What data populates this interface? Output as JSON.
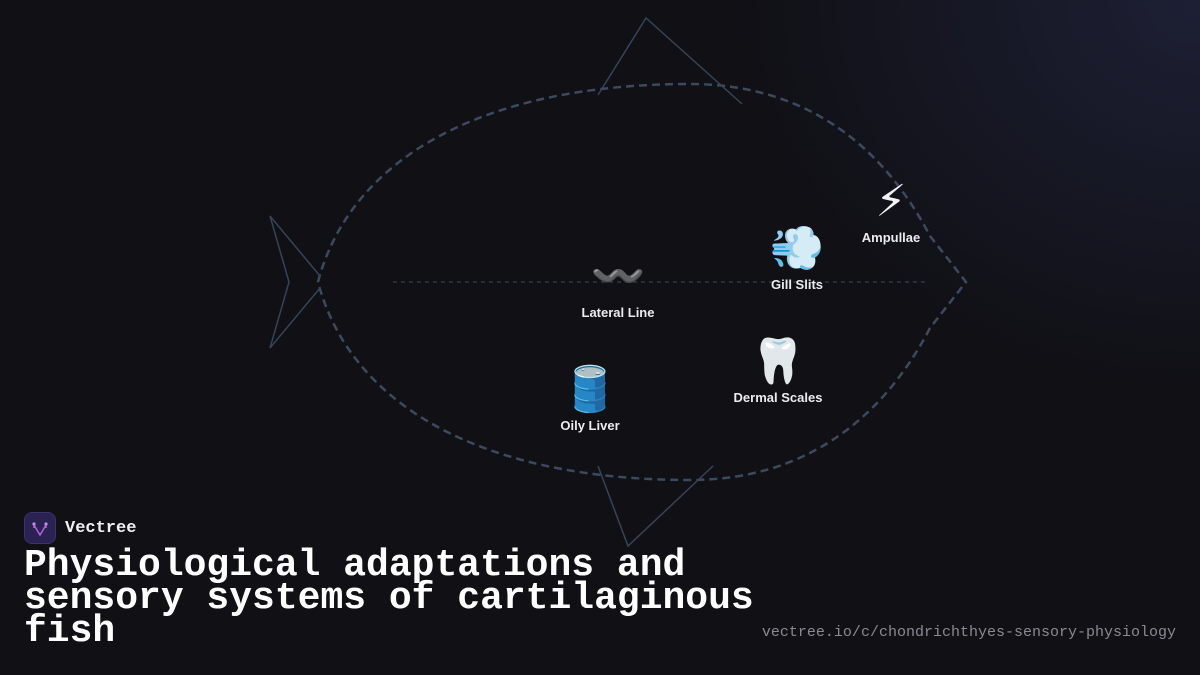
{
  "brand": {
    "name": "Vectree",
    "logo_icon": "vectree-logo-icon",
    "logo_color": "#2a2250",
    "logo_accent": "#b05fd8"
  },
  "title": "Physiological adaptations and sensory systems of cartilaginous fish",
  "url": "vectree.io/c/chondrichthyes-sensory-physiology",
  "organs": [
    {
      "id": "ampullae",
      "icon": "⚡",
      "icon_name": "lightning-icon",
      "label": "Ampullae"
    },
    {
      "id": "gill-slits",
      "icon": "💨",
      "icon_name": "dash-wind-icon",
      "label": "Gill Slits"
    },
    {
      "id": "lateral-line",
      "icon": "〰️",
      "icon_name": "wavy-line-icon",
      "label": "Lateral Line"
    },
    {
      "id": "dermal-scales",
      "icon": "🦷",
      "icon_name": "tooth-icon",
      "label": "Dermal Scales"
    },
    {
      "id": "oily-liver",
      "icon": "🛢️",
      "icon_name": "oil-drum-icon",
      "label": "Oily Liver"
    }
  ],
  "colors": {
    "background": "#101015",
    "outline": "#3a4a60",
    "text": "#ececf0",
    "url_text": "#8a8a94"
  }
}
